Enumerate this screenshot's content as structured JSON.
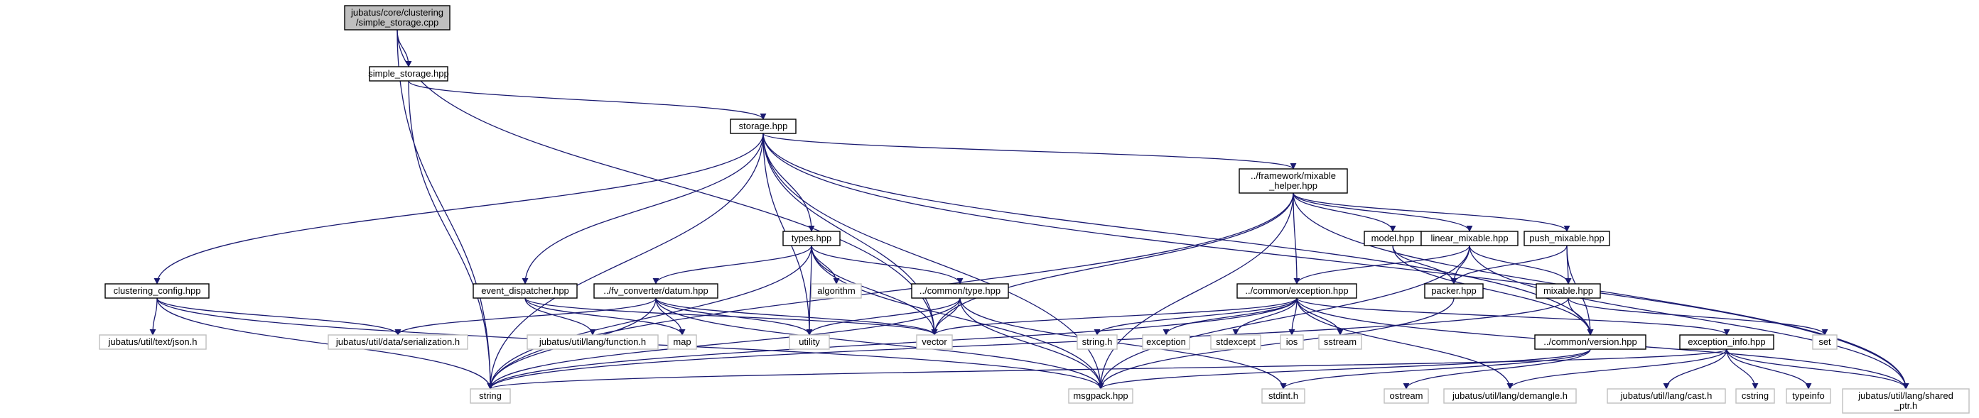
{
  "diagram": {
    "type": "include-dependency-graph",
    "colors": {
      "edge": "#191970",
      "root_fill": "#bfbfbf",
      "internal_border": "#000000",
      "external_border": "#bfbfbf"
    },
    "nodes": [
      {
        "id": "root",
        "kind": "root",
        "lines": [
          "jubatus/core/clustering",
          "/simple_storage.cpp"
        ]
      },
      {
        "id": "simple_storage_hpp",
        "kind": "internal",
        "lines": [
          "simple_storage.hpp"
        ]
      },
      {
        "id": "storage_hpp",
        "kind": "internal",
        "lines": [
          "storage.hpp"
        ]
      },
      {
        "id": "mixable_helper_hpp",
        "kind": "internal",
        "lines": [
          "../framework/mixable",
          "_helper.hpp"
        ]
      },
      {
        "id": "types_hpp",
        "kind": "internal",
        "lines": [
          "types.hpp"
        ]
      },
      {
        "id": "model_hpp",
        "kind": "internal",
        "lines": [
          "model.hpp"
        ]
      },
      {
        "id": "linear_mixable_hpp",
        "kind": "internal",
        "lines": [
          "linear_mixable.hpp"
        ]
      },
      {
        "id": "push_mixable_hpp",
        "kind": "internal",
        "lines": [
          "push_mixable.hpp"
        ]
      },
      {
        "id": "clustering_config_hpp",
        "kind": "internal",
        "lines": [
          "clustering_config.hpp"
        ]
      },
      {
        "id": "event_dispatcher_hpp",
        "kind": "internal",
        "lines": [
          "event_dispatcher.hpp"
        ]
      },
      {
        "id": "datum_hpp",
        "kind": "internal",
        "lines": [
          "../fv_converter/datum.hpp"
        ]
      },
      {
        "id": "algorithm",
        "kind": "external",
        "lines": [
          "algorithm"
        ]
      },
      {
        "id": "common_type_hpp",
        "kind": "internal",
        "lines": [
          "../common/type.hpp"
        ]
      },
      {
        "id": "common_exception_hpp",
        "kind": "internal",
        "lines": [
          "../common/exception.hpp"
        ]
      },
      {
        "id": "packer_hpp",
        "kind": "internal",
        "lines": [
          "packer.hpp"
        ]
      },
      {
        "id": "mixable_hpp",
        "kind": "internal",
        "lines": [
          "mixable.hpp"
        ]
      },
      {
        "id": "json_h",
        "kind": "external",
        "lines": [
          "jubatus/util/text/json.h"
        ]
      },
      {
        "id": "serialization_h",
        "kind": "external",
        "lines": [
          "jubatus/util/data/serialization.h"
        ]
      },
      {
        "id": "function_h",
        "kind": "external",
        "lines": [
          "jubatus/util/lang/function.h"
        ]
      },
      {
        "id": "map",
        "kind": "external",
        "lines": [
          "map"
        ]
      },
      {
        "id": "utility",
        "kind": "external",
        "lines": [
          "utility"
        ]
      },
      {
        "id": "vector",
        "kind": "external",
        "lines": [
          "vector"
        ]
      },
      {
        "id": "string_h",
        "kind": "external",
        "lines": [
          "string.h"
        ]
      },
      {
        "id": "exception",
        "kind": "external",
        "lines": [
          "exception"
        ]
      },
      {
        "id": "stdexcept",
        "kind": "external",
        "lines": [
          "stdexcept"
        ]
      },
      {
        "id": "ios",
        "kind": "external",
        "lines": [
          "ios"
        ]
      },
      {
        "id": "sstream",
        "kind": "external",
        "lines": [
          "sstream"
        ]
      },
      {
        "id": "common_version_hpp",
        "kind": "internal",
        "lines": [
          "../common/version.hpp"
        ]
      },
      {
        "id": "exception_info_hpp",
        "kind": "internal",
        "lines": [
          "exception_info.hpp"
        ]
      },
      {
        "id": "set",
        "kind": "external",
        "lines": [
          "set"
        ]
      },
      {
        "id": "string",
        "kind": "external",
        "lines": [
          "string"
        ]
      },
      {
        "id": "msgpack_hpp",
        "kind": "external",
        "lines": [
          "msgpack.hpp"
        ]
      },
      {
        "id": "stdint_h",
        "kind": "external",
        "lines": [
          "stdint.h"
        ]
      },
      {
        "id": "ostream",
        "kind": "external",
        "lines": [
          "ostream"
        ]
      },
      {
        "id": "demangle_h",
        "kind": "external",
        "lines": [
          "jubatus/util/lang/demangle.h"
        ]
      },
      {
        "id": "cast_h",
        "kind": "external",
        "lines": [
          "jubatus/util/lang/cast.h"
        ]
      },
      {
        "id": "cstring",
        "kind": "external",
        "lines": [
          "cstring"
        ]
      },
      {
        "id": "typeinfo",
        "kind": "external",
        "lines": [
          "typeinfo"
        ]
      },
      {
        "id": "shared_ptr_h",
        "kind": "external",
        "lines": [
          "jubatus/util/lang/shared",
          "_ptr.h"
        ]
      }
    ],
    "edges": [
      [
        "root",
        "simple_storage_hpp"
      ],
      [
        "root",
        "string"
      ],
      [
        "root",
        "vector"
      ],
      [
        "simple_storage_hpp",
        "storage_hpp"
      ],
      [
        "simple_storage_hpp",
        "string"
      ],
      [
        "storage_hpp",
        "mixable_helper_hpp"
      ],
      [
        "storage_hpp",
        "types_hpp"
      ],
      [
        "storage_hpp",
        "clustering_config_hpp"
      ],
      [
        "storage_hpp",
        "event_dispatcher_hpp"
      ],
      [
        "storage_hpp",
        "string"
      ],
      [
        "storage_hpp",
        "utility"
      ],
      [
        "storage_hpp",
        "vector"
      ],
      [
        "storage_hpp",
        "common_version_hpp"
      ],
      [
        "storage_hpp",
        "msgpack_hpp"
      ],
      [
        "storage_hpp",
        "shared_ptr_h"
      ],
      [
        "mixable_helper_hpp",
        "model_hpp"
      ],
      [
        "mixable_helper_hpp",
        "linear_mixable_hpp"
      ],
      [
        "mixable_helper_hpp",
        "push_mixable_hpp"
      ],
      [
        "mixable_helper_hpp",
        "common_exception_hpp"
      ],
      [
        "mixable_helper_hpp",
        "vector"
      ],
      [
        "mixable_helper_hpp",
        "msgpack_hpp"
      ],
      [
        "mixable_helper_hpp",
        "string"
      ],
      [
        "mixable_helper_hpp",
        "shared_ptr_h"
      ],
      [
        "types_hpp",
        "datum_hpp"
      ],
      [
        "types_hpp",
        "algorithm"
      ],
      [
        "types_hpp",
        "common_type_hpp"
      ],
      [
        "types_hpp",
        "utility"
      ],
      [
        "types_hpp",
        "vector"
      ],
      [
        "types_hpp",
        "string"
      ],
      [
        "types_hpp",
        "msgpack_hpp"
      ],
      [
        "model_hpp",
        "packer_hpp"
      ],
      [
        "model_hpp",
        "common_version_hpp"
      ],
      [
        "linear_mixable_hpp",
        "common_exception_hpp"
      ],
      [
        "linear_mixable_hpp",
        "packer_hpp"
      ],
      [
        "linear_mixable_hpp",
        "mixable_hpp"
      ],
      [
        "linear_mixable_hpp",
        "msgpack_hpp"
      ],
      [
        "linear_mixable_hpp",
        "shared_ptr_h"
      ],
      [
        "push_mixable_hpp",
        "packer_hpp"
      ],
      [
        "push_mixable_hpp",
        "mixable_hpp"
      ],
      [
        "push_mixable_hpp",
        "common_version_hpp"
      ],
      [
        "clustering_config_hpp",
        "json_h"
      ],
      [
        "clustering_config_hpp",
        "serialization_h"
      ],
      [
        "clustering_config_hpp",
        "string"
      ],
      [
        "clustering_config_hpp",
        "msgpack_hpp"
      ],
      [
        "event_dispatcher_hpp",
        "function_h"
      ],
      [
        "event_dispatcher_hpp",
        "map"
      ],
      [
        "event_dispatcher_hpp",
        "vector"
      ],
      [
        "datum_hpp",
        "serialization_h"
      ],
      [
        "datum_hpp",
        "map"
      ],
      [
        "datum_hpp",
        "utility"
      ],
      [
        "datum_hpp",
        "vector"
      ],
      [
        "datum_hpp",
        "string"
      ],
      [
        "datum_hpp",
        "msgpack_hpp"
      ],
      [
        "common_type_hpp",
        "utility"
      ],
      [
        "common_type_hpp",
        "vector"
      ],
      [
        "common_type_hpp",
        "string"
      ],
      [
        "common_type_hpp",
        "stdint_h"
      ],
      [
        "common_type_hpp",
        "msgpack_hpp"
      ],
      [
        "common_exception_hpp",
        "vector"
      ],
      [
        "common_exception_hpp",
        "string_h"
      ],
      [
        "common_exception_hpp",
        "exception"
      ],
      [
        "common_exception_hpp",
        "stdexcept"
      ],
      [
        "common_exception_hpp",
        "ios"
      ],
      [
        "common_exception_hpp",
        "sstream"
      ],
      [
        "common_exception_hpp",
        "exception_info_hpp"
      ],
      [
        "common_exception_hpp",
        "string"
      ],
      [
        "common_exception_hpp",
        "demangle_h"
      ],
      [
        "common_exception_hpp",
        "shared_ptr_h"
      ],
      [
        "packer_hpp",
        "msgpack_hpp"
      ],
      [
        "mixable_hpp",
        "common_version_hpp"
      ],
      [
        "mixable_hpp",
        "set"
      ],
      [
        "mixable_hpp",
        "string"
      ],
      [
        "common_version_hpp",
        "stdint_h"
      ],
      [
        "common_version_hpp",
        "ostream"
      ],
      [
        "common_version_hpp",
        "msgpack_hpp"
      ],
      [
        "exception_info_hpp",
        "string"
      ],
      [
        "exception_info_hpp",
        "demangle_h"
      ],
      [
        "exception_info_hpp",
        "cast_h"
      ],
      [
        "exception_info_hpp",
        "cstring"
      ],
      [
        "exception_info_hpp",
        "typeinfo"
      ],
      [
        "exception_info_hpp",
        "shared_ptr_h"
      ]
    ]
  }
}
